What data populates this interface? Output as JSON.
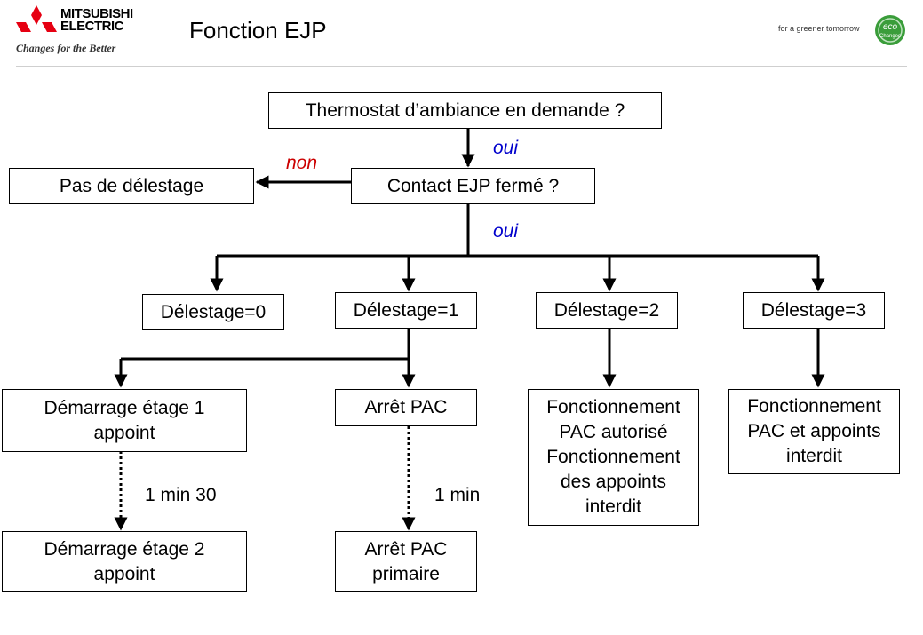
{
  "header": {
    "brand_line1": "MITSUBISHI",
    "brand_line2": "ELECTRIC",
    "brand_tagline": "Changes for the Better",
    "title": "Fonction EJP",
    "right_tagline": "for a greener tomorrow",
    "eco_logo_text": "eco Changes"
  },
  "nodes": {
    "thermostat": "Thermostat d’ambiance en demande ?",
    "contact": "Contact EJP fermé ?",
    "pas_delestage": "Pas de délestage",
    "delestage0": "Délestage=0",
    "delestage1": "Délestage=1",
    "delestage2": "Délestage=2",
    "delestage3": "Délestage=3",
    "demarrage1": "Démarrage étage 1\nappoint",
    "arret_pac": "Arrêt PAC",
    "fonctionnement2": "Fonctionnement\nPAC autorisé\nFonctionnement\ndes appoints\ninterdit",
    "fonctionnement3": "Fonctionnement\nPAC et appoints\ninterdit",
    "demarrage2": "Démarrage étage 2\nappoint",
    "arret_pac_primaire": "Arrêt PAC\nprimaire"
  },
  "edge_labels": {
    "oui1": "oui",
    "non": "non",
    "oui2": "oui",
    "delay1": "1 min 30",
    "delay2": "1 min"
  },
  "colors": {
    "yes": "#0000cc",
    "no": "#cc0000",
    "line": "#000000"
  }
}
